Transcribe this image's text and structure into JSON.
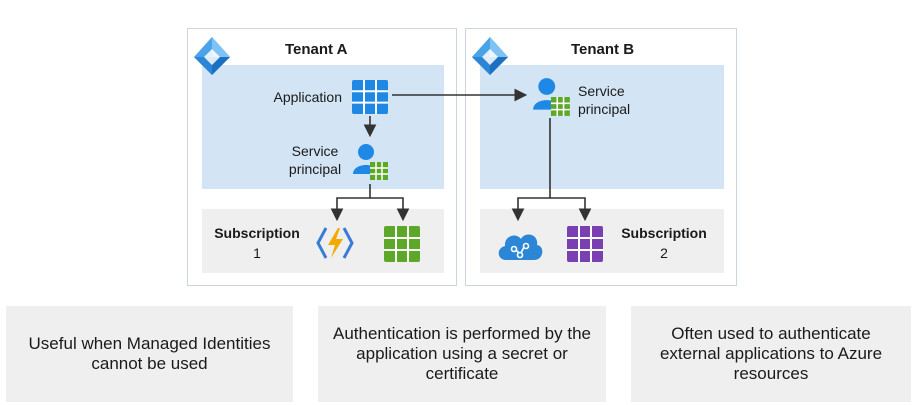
{
  "tenant_a": {
    "title": "Tenant A",
    "application_label": "Application",
    "service_principal_label": "Service\nprincipal",
    "subscription_label": "Subscription",
    "subscription_number": "1"
  },
  "tenant_b": {
    "title": "Tenant B",
    "service_principal_label": "Service\nprincipal",
    "subscription_label": "Subscription",
    "subscription_number": "2"
  },
  "notes": [
    "Useful when Managed Identities cannot be used",
    "Authentication is performed by the application using a secret or certificate",
    "Often used to authenticate external applications to Azure resources"
  ],
  "icons": {
    "logo": "entra-id-icon",
    "application": "application-grid-icon",
    "service_principal": "service-principal-icon",
    "function": "azure-function-icon",
    "resource_group": "resource-grid-icon",
    "cognitive": "cloud-service-icon"
  },
  "colors": {
    "accent_blue": "#1e88e5",
    "band_blue": "#d3e5f5",
    "band_grey": "#efefef",
    "green": "#5ea829",
    "purple": "#7a3fb0"
  }
}
